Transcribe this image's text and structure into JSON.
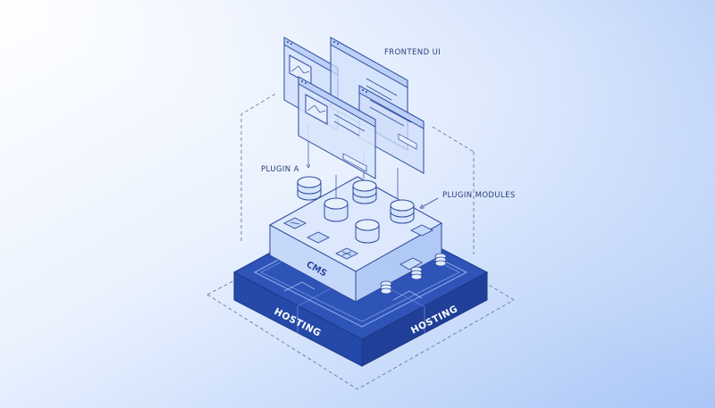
{
  "labels": {
    "frontend": "FRONTEND UI",
    "plugin_a": "PLUGIN A",
    "plugin_modules": "PLUGIN MODULES",
    "cms": "CMS",
    "hosting_left": "HOSTING",
    "hosting_right": "HOSTING"
  },
  "colors": {
    "background_start": "#ffffff",
    "background_end": "#a9c6f7",
    "outline": "#2b4a9c",
    "hosting": "#2f54b8",
    "cms_top": "#dde8fd",
    "cms_side": "#b9cff8",
    "panel_fill": "#cfdefb"
  },
  "icons": {
    "database": "database-icon",
    "window": "browser-window-icon",
    "image": "image-placeholder-icon"
  }
}
